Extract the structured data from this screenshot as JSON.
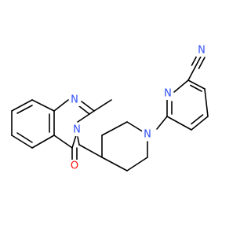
{
  "colors": {
    "background": "#ffffff",
    "bond": "#000000",
    "nitrogen": "#3050F8",
    "oxygen": "#FF0D0D"
  },
  "molecule": {
    "atom_labels": {
      "n_nitrile": "N",
      "n_pyridine": "N",
      "n_piperidine": "N",
      "n_quinazoline_1": "N",
      "n_quinazoline_3": "N",
      "o_carbonyl": "O"
    }
  }
}
